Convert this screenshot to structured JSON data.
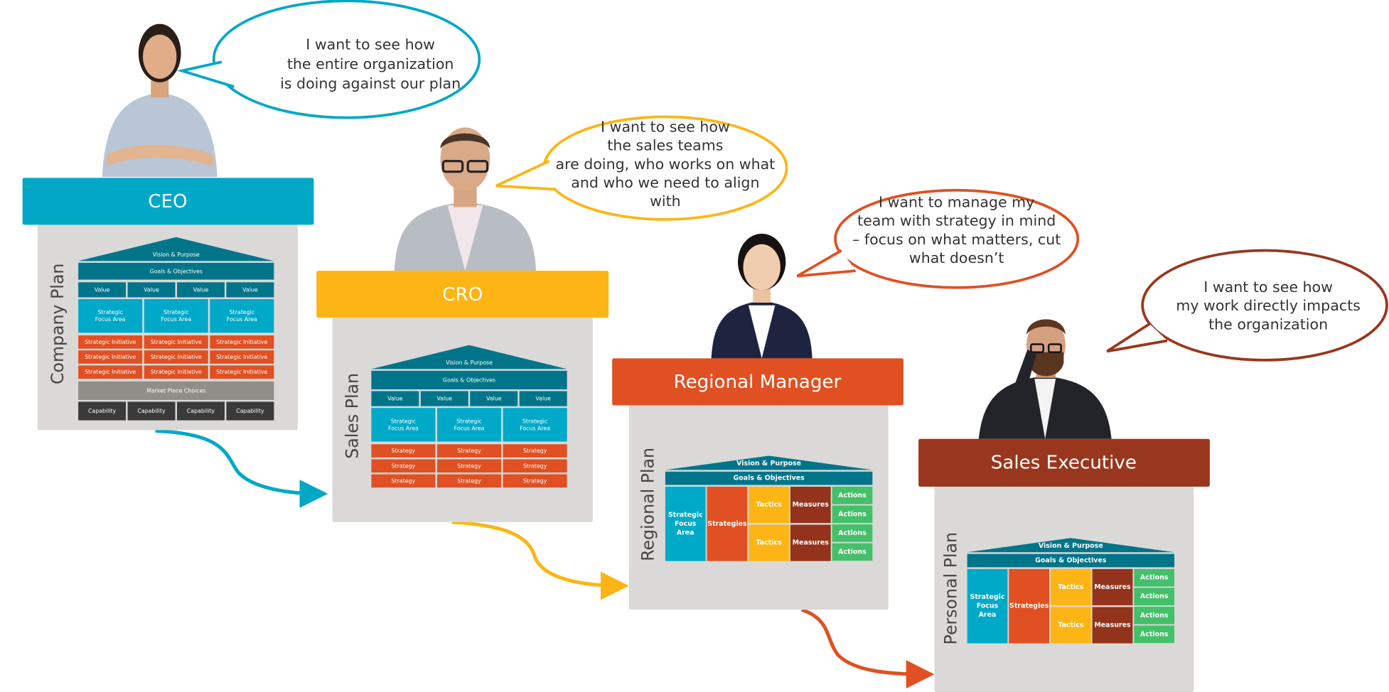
{
  "colors": {
    "ceo": "#00a8c6",
    "cro": "#fdb515",
    "regional": "#e05022",
    "executive": "#98371d",
    "panel": "#dad9d8",
    "dark_teal": "#00758a",
    "focus": "#00a9c8",
    "initiative": "#e05022",
    "market": "#918e89",
    "capability": "#3a3a3a",
    "tactics": "#fdb515",
    "measures": "#93331b",
    "actions": "#45c06a"
  },
  "personas": [
    {
      "role": "CEO",
      "plan": "Company Plan",
      "quote": [
        "I want to see how",
        "the entire organization",
        "is doing against our plan"
      ]
    },
    {
      "role": "CRO",
      "plan": "Sales Plan",
      "quote": [
        "I want to see how",
        "the sales teams",
        "are doing, who works on what",
        "and who we need to align",
        "with"
      ]
    },
    {
      "role": "Regional Manager",
      "plan": "Regional Plan",
      "quote": [
        "I want to manage my",
        "team with strategy in mind",
        "– focus on what matters, cut",
        "what doesn’t"
      ]
    },
    {
      "role": "Sales Executive",
      "plan": "Personal Plan",
      "quote": [
        "I want to see how",
        "my work directly impacts",
        "the organization"
      ]
    }
  ],
  "company_plan": {
    "vision": "Vision & Purpose",
    "goals": "Goals & Objectives",
    "values": [
      "Value",
      "Value",
      "Value",
      "Value"
    ],
    "focus": [
      [
        "Strategic",
        "Focus Area"
      ],
      [
        "Strategic",
        "Focus Area"
      ],
      [
        "Strategic",
        "Focus Area"
      ]
    ],
    "initiatives": [
      [
        "Strategic Initiative",
        "Strategic Initiative",
        "Strategic Initiative"
      ],
      [
        "Strategic Initiative",
        "Strategic Initiative",
        "Strategic Initiative"
      ],
      [
        "Strategic Initiative",
        "Strategic Initiative",
        "Strategic Initiative"
      ]
    ],
    "market": "Market Place Choices",
    "capabilities": [
      "Capability",
      "Capability",
      "Capability",
      "Capability"
    ]
  },
  "sales_plan": {
    "vision": "Vision & Purpose",
    "goals": "Goals & Objectives",
    "values": [
      "Value",
      "Value",
      "Value",
      "Value"
    ],
    "focus": [
      [
        "Strategic",
        "Focus Area"
      ],
      [
        "Strategic",
        "Focus Area"
      ],
      [
        "Strategic",
        "Focus Area"
      ]
    ],
    "strategies": [
      [
        "Strategy",
        "Strategy",
        "Strategy"
      ],
      [
        "Strategy",
        "Strategy",
        "Strategy"
      ],
      [
        "Strategy",
        "Strategy",
        "Strategy"
      ]
    ]
  },
  "regional_plan": {
    "vision": "Vision & Purpose",
    "goals": "Goals & Objectives",
    "focus": [
      "Strategic",
      "Focus",
      "Area"
    ],
    "strategies": "Strategies",
    "tactics": [
      "Tactics",
      "Tactics"
    ],
    "measures": [
      "Measures",
      "Measures"
    ],
    "actions": [
      "Actions",
      "Actions",
      "Actions",
      "Actions"
    ]
  },
  "personal_plan": {
    "vision": "Vision & Purpose",
    "goals": "Goals & Objectives",
    "focus": [
      "Strategic",
      "Focus",
      "Area"
    ],
    "strategies": "Strategies",
    "tactics": [
      "Tactics",
      "Tactics"
    ],
    "measures": [
      "Measures",
      "Measures"
    ],
    "actions": [
      "Actions",
      "Actions",
      "Actions",
      "Actions"
    ]
  }
}
